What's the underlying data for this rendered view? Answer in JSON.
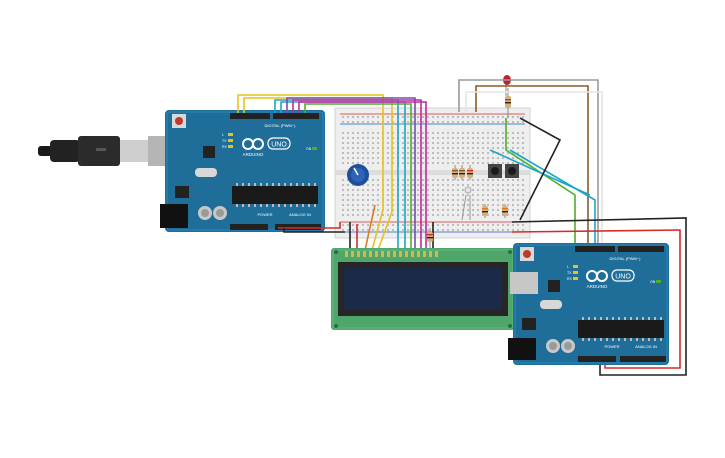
{
  "boards": {
    "left": {
      "brand": "ARDUINO",
      "model": "UNO",
      "digital_label": "DIGITAL (PWM~)",
      "analog_label": "ANALOG IN",
      "power_label": "POWER",
      "tx": "TX",
      "rx": "RX",
      "l_led": "L",
      "on_led": "ON"
    },
    "right": {
      "brand": "ARDUINO",
      "model": "UNO",
      "digital_label": "DIGITAL (PWM~)",
      "analog_label": "ANALOG IN",
      "power_label": "POWER",
      "tx": "TX",
      "rx": "RX",
      "l_led": "L",
      "on_led": "ON"
    }
  },
  "colors": {
    "board": "#1f6e99",
    "breadboard": "#eeeeee",
    "lcd_pcb": "#4fa66a",
    "lcd_screen": "#1c2a4a",
    "wire_yellow": "#e8c21a",
    "wire_cyan": "#1ba6c8",
    "wire_magenta": "#c2299c",
    "wire_purple": "#7b4bb0",
    "wire_green": "#4caf2c",
    "wire_orange": "#e07b1a",
    "wire_red": "#d62b2b",
    "wire_black": "#222222",
    "wire_gray": "#9a9a9a",
    "wire_brown": "#8a5a2b",
    "led_red": "#c0202a"
  },
  "components": [
    "usb-cable",
    "arduino-uno-left",
    "breadboard",
    "potentiometer",
    "push-button",
    "push-button",
    "led",
    "resistors",
    "lcd-16x2",
    "arduino-uno-right"
  ]
}
